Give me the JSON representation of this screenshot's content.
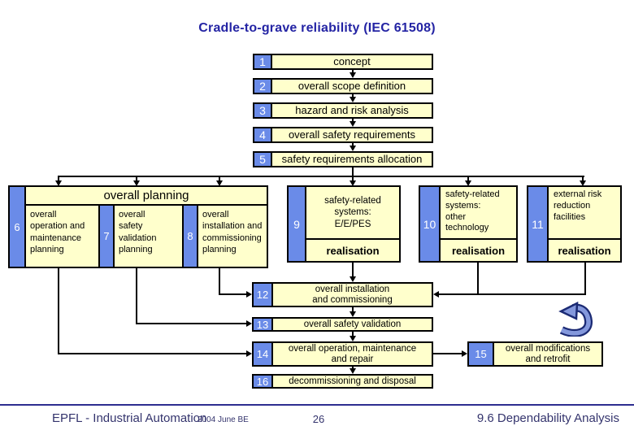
{
  "title": "Cradle-to-grave reliability (IEC 61508)",
  "colors": {
    "tab_blue": "#6a8be8",
    "box_yellow": "#ffffcc",
    "border_black": "#000000",
    "title_navy": "#2424a4",
    "footer_navy": "#34346d",
    "loop_arrow_blue": "#8498dc"
  },
  "icons": {
    "loop_arrow": "counterclockwise-curved-arrow"
  },
  "steps": {
    "top": [
      {
        "num": "1",
        "label": "concept"
      },
      {
        "num": "2",
        "label": "overall scope definition"
      },
      {
        "num": "3",
        "label": "hazard and risk analysis"
      },
      {
        "num": "4",
        "label": "overall safety requirements"
      },
      {
        "num": "5",
        "label": "safety requirements allocation"
      }
    ],
    "planning": {
      "num": "6",
      "header": "overall planning",
      "cells": [
        {
          "label": [
            "overall",
            "operation and",
            "maintenance",
            "planning"
          ]
        },
        {
          "num": "7",
          "label": [
            "overall",
            "safety",
            "validation",
            "planning"
          ]
        },
        {
          "num": "8",
          "label": [
            "overall",
            "installation and",
            "commissioning",
            "planning"
          ]
        }
      ]
    },
    "realisation": [
      {
        "num": "9",
        "label": [
          "safety-related",
          "systems:",
          "E/E/PES"
        ],
        "sub": "realisation"
      },
      {
        "num": "10",
        "label": [
          "safety-related",
          "systems:",
          "other",
          "technology"
        ],
        "sub": "realisation"
      },
      {
        "num": "11",
        "label": [
          "external risk",
          "reduction",
          "facilities"
        ],
        "sub": "realisation"
      }
    ],
    "bottom": [
      {
        "num": "12",
        "label": [
          "overall installation",
          "and commissioning"
        ]
      },
      {
        "num": "13",
        "label": "overall safety validation"
      },
      {
        "num": "14",
        "label": [
          "overall operation, maintenance",
          "and repair"
        ]
      },
      {
        "num": "16",
        "label": "decommissioning and disposal"
      }
    ],
    "side": {
      "num": "15",
      "label": [
        "overall modifications",
        "and retrofit"
      ]
    }
  },
  "footer": {
    "institution": "EPFL - Industrial Automation",
    "date": "2004 June BE",
    "page": "26",
    "section": "9.6 Dependability Analysis"
  }
}
